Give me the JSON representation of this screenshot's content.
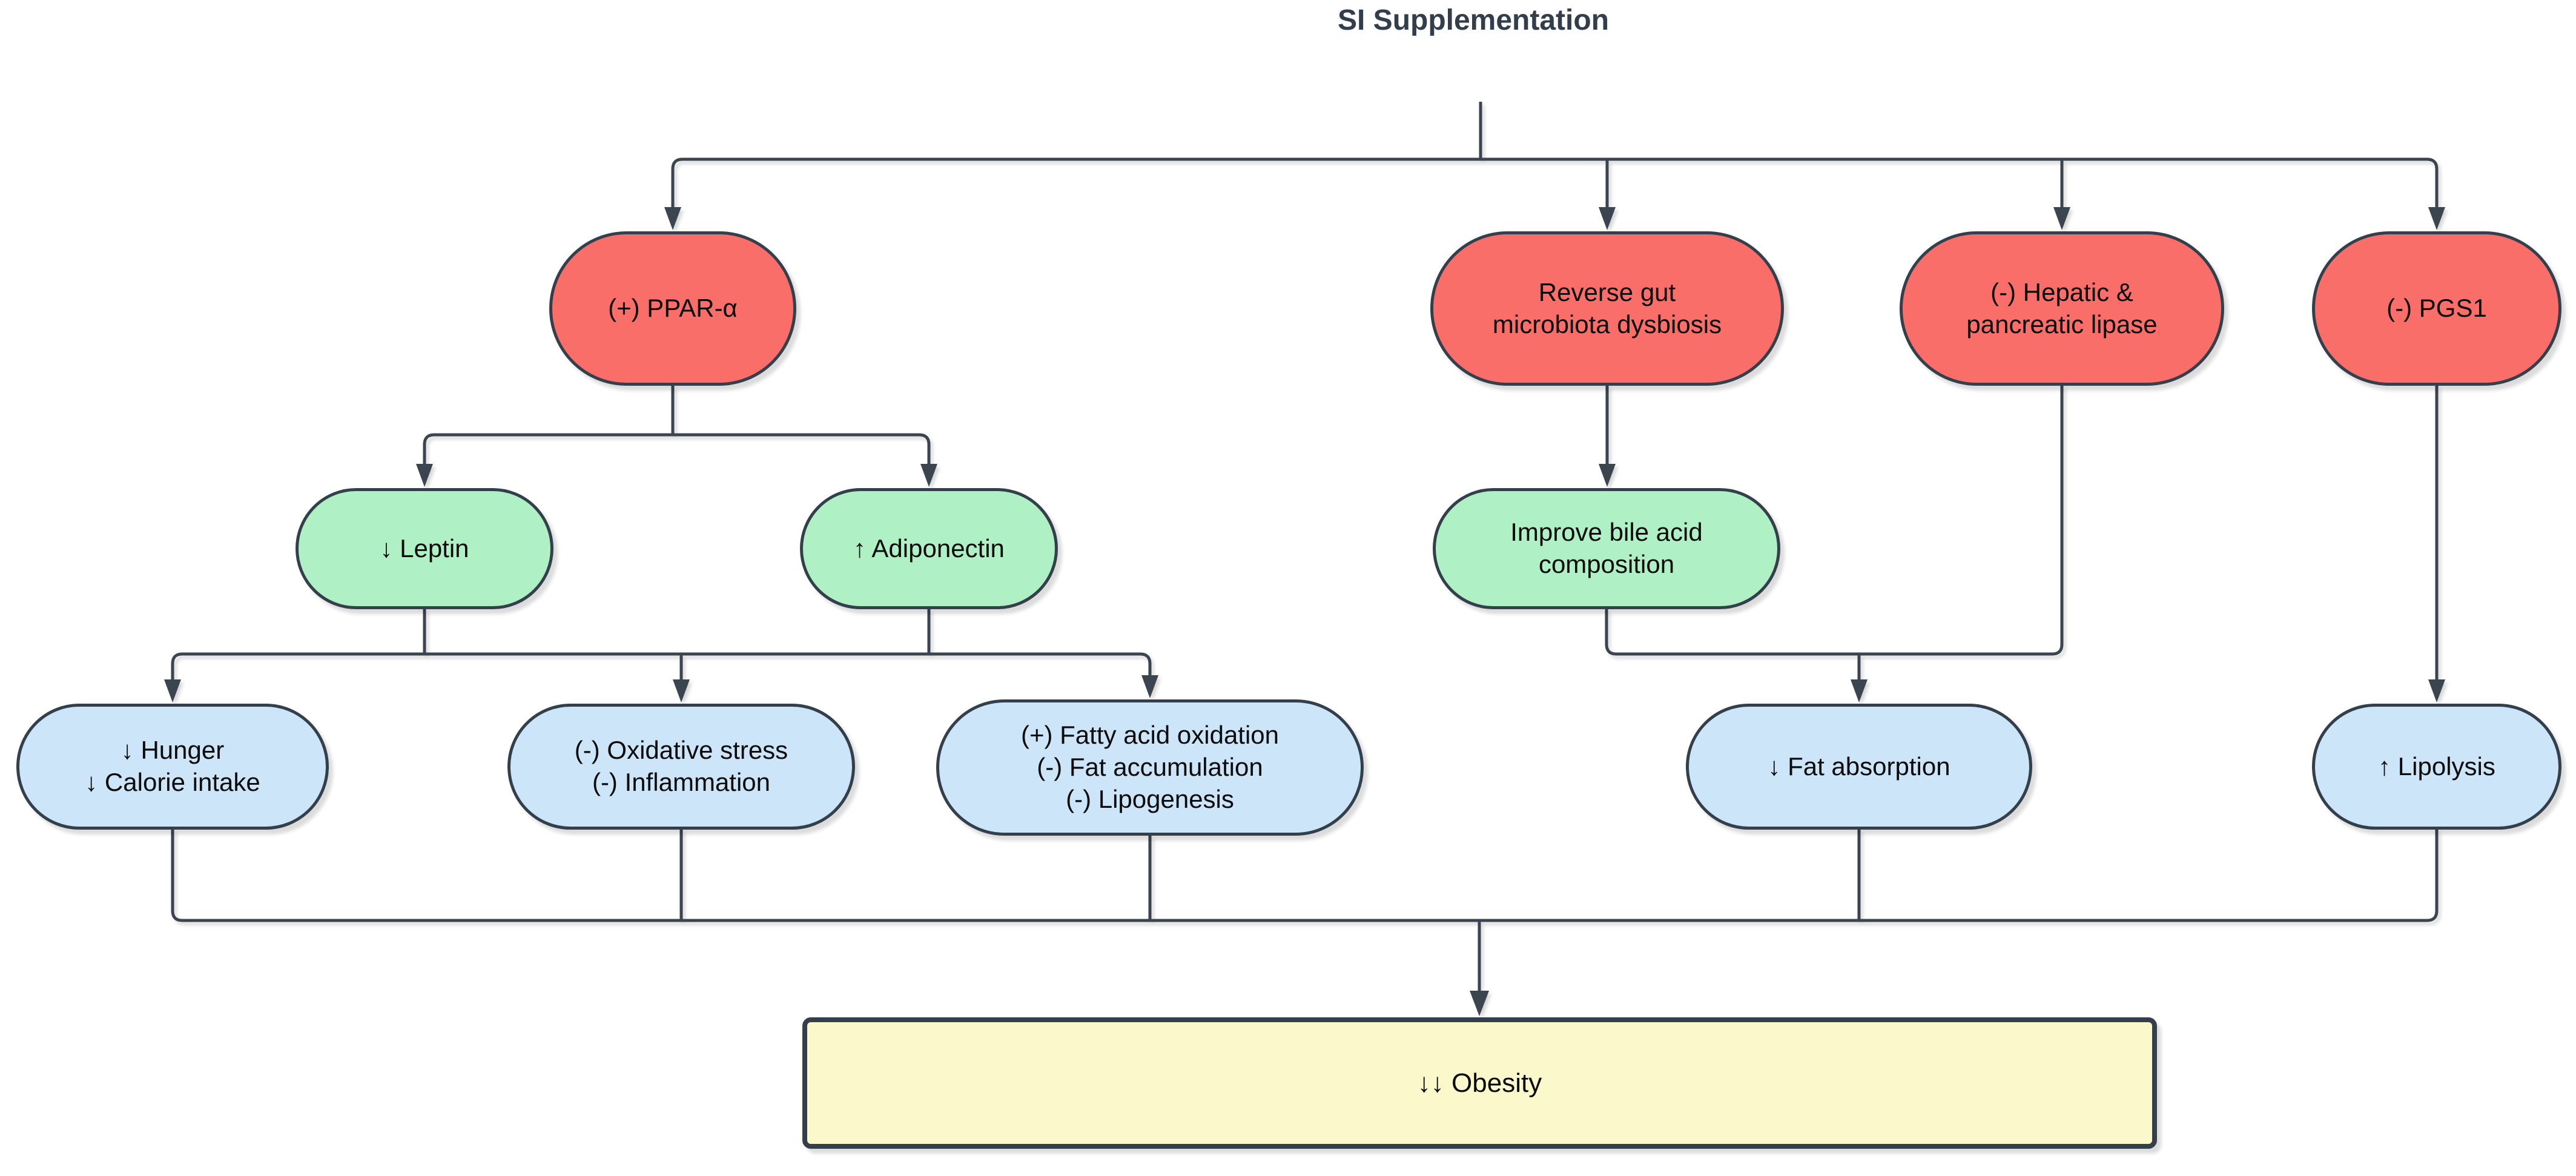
{
  "title": "SI Supplementation",
  "colors": {
    "red": "#FA6E6A",
    "green": "#AFF0C4",
    "blue": "#CCE5F9",
    "yellow": "#FBF9CC",
    "border": "#33404C",
    "connector": "#3A4550",
    "title-color": "#333E4C",
    "text": "#0B0B0B"
  },
  "nodes": {
    "ppar": {
      "label": "(+) PPAR-α"
    },
    "reverse_gut": {
      "label": "Reverse gut\nmicrobiota dysbiosis"
    },
    "hepatic_lipase": {
      "label": "(-) Hepatic &\npancreatic lipase"
    },
    "pgs1": {
      "label": "(-) PGS1"
    },
    "leptin": {
      "label": "↓ Leptin"
    },
    "adiponectin": {
      "label": "↑ Adiponectin"
    },
    "bile_acid": {
      "label": "Improve bile acid\ncomposition"
    },
    "hunger": {
      "label": "↓ Hunger\n↓ Calorie intake"
    },
    "oxidative": {
      "label": "(-) Oxidative stress\n(-) Inflammation"
    },
    "fatty_acid": {
      "label": "(+) Fatty acid oxidation\n(-) Fat accumulation\n(-) Lipogenesis"
    },
    "fat_absorption": {
      "label": "↓ Fat absorption"
    },
    "lipolysis": {
      "label": "↑ Lipolysis"
    },
    "obesity": {
      "label": "↓↓ Obesity"
    }
  },
  "edges": [
    {
      "from": "SI Supplementation",
      "to": "ppar"
    },
    {
      "from": "SI Supplementation",
      "to": "reverse_gut"
    },
    {
      "from": "SI Supplementation",
      "to": "hepatic_lipase"
    },
    {
      "from": "SI Supplementation",
      "to": "pgs1"
    },
    {
      "from": "ppar",
      "to": "leptin"
    },
    {
      "from": "ppar",
      "to": "adiponectin"
    },
    {
      "from": "reverse_gut",
      "to": "bile_acid"
    },
    {
      "from": "leptin",
      "to": "hunger"
    },
    {
      "from": "leptin",
      "to": "oxidative"
    },
    {
      "from": "adiponectin",
      "to": "oxidative"
    },
    {
      "from": "adiponectin",
      "to": "fatty_acid"
    },
    {
      "from": "bile_acid",
      "to": "fat_absorption"
    },
    {
      "from": "hepatic_lipase",
      "to": "fat_absorption"
    },
    {
      "from": "pgs1",
      "to": "lipolysis"
    },
    {
      "from": "hunger",
      "to": "obesity"
    },
    {
      "from": "oxidative",
      "to": "obesity"
    },
    {
      "from": "fatty_acid",
      "to": "obesity"
    },
    {
      "from": "fat_absorption",
      "to": "obesity"
    },
    {
      "from": "lipolysis",
      "to": "obesity"
    }
  ]
}
